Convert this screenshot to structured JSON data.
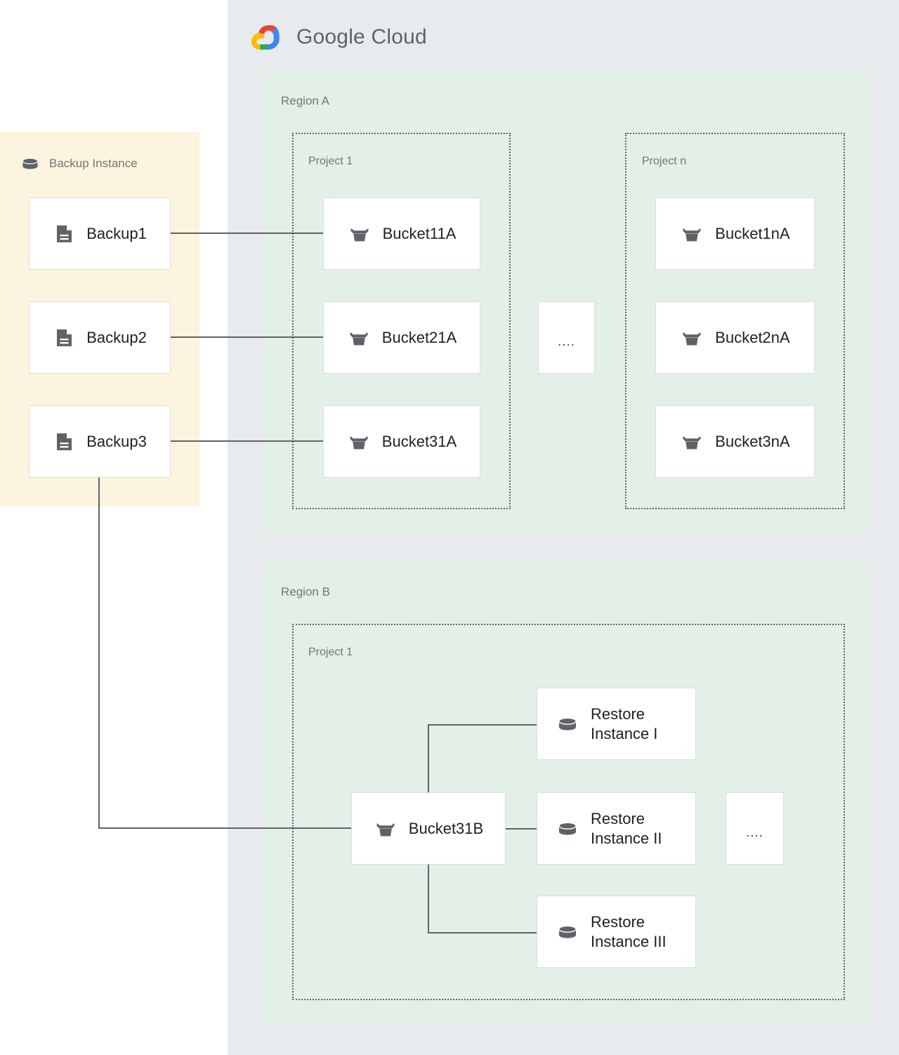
{
  "brand": {
    "logo_icon": "google-cloud-logo",
    "name_primary": "Google",
    "name_secondary": "Cloud",
    "colors": {
      "red": "#EA4335",
      "blue": "#4285F4",
      "green": "#34A853",
      "yellow": "#FBBC04",
      "text": "#5F6368"
    }
  },
  "palette": {
    "gcp_panel_bg": "#e8ebee",
    "region_bg": "#e2f0e8",
    "backup_zone_bg": "#fcf4de",
    "card_bg": "#ffffff",
    "card_border": "#dcdcdc",
    "connector": "#5f6368",
    "icon_gray": "#5f6368",
    "label_gray": "#757575",
    "card_text": "#202124"
  },
  "backup_instance": {
    "icon": "database-cylinder-icon",
    "title": "Backup Instance",
    "backups": [
      {
        "icon": "document-icon",
        "label": "Backup1"
      },
      {
        "icon": "document-icon",
        "label": "Backup2"
      },
      {
        "icon": "document-icon",
        "label": "Backup3"
      }
    ]
  },
  "regions": [
    {
      "label": "Region A",
      "projects": [
        {
          "label": "Project 1",
          "items": [
            {
              "icon": "bucket-icon",
              "label": "Bucket11A"
            },
            {
              "icon": "bucket-icon",
              "label": "Bucket21A"
            },
            {
              "icon": "bucket-icon",
              "label": "Bucket31A"
            }
          ]
        },
        {
          "label": "Project n",
          "items": [
            {
              "icon": "bucket-icon",
              "label": "Bucket1nA"
            },
            {
              "icon": "bucket-icon",
              "label": "Bucket2nA"
            },
            {
              "icon": "bucket-icon",
              "label": "Bucket3nA"
            }
          ]
        }
      ],
      "ellipsis": "...."
    },
    {
      "label": "Region B",
      "projects": [
        {
          "label": "Project 1",
          "bucket": {
            "icon": "bucket-icon",
            "label": "Bucket31B"
          },
          "restore_instances": [
            {
              "icon": "database-cylinder-icon",
              "label": "Restore\nInstance I"
            },
            {
              "icon": "database-cylinder-icon",
              "label": "Restore\nInstance II"
            },
            {
              "icon": "database-cylinder-icon",
              "label": "Restore\nInstance III"
            }
          ],
          "ellipsis": "...."
        }
      ]
    }
  ],
  "connections": [
    {
      "from": "Backup1",
      "to": "Bucket11A"
    },
    {
      "from": "Backup2",
      "to": "Bucket21A"
    },
    {
      "from": "Backup3",
      "to": "Bucket31A"
    },
    {
      "from": "Backup3",
      "to": "Bucket31B"
    },
    {
      "from": "Bucket31B",
      "to": "Restore Instance I"
    },
    {
      "from": "Bucket31B",
      "to": "Restore Instance II"
    },
    {
      "from": "Bucket31B",
      "to": "Restore Instance III"
    }
  ]
}
